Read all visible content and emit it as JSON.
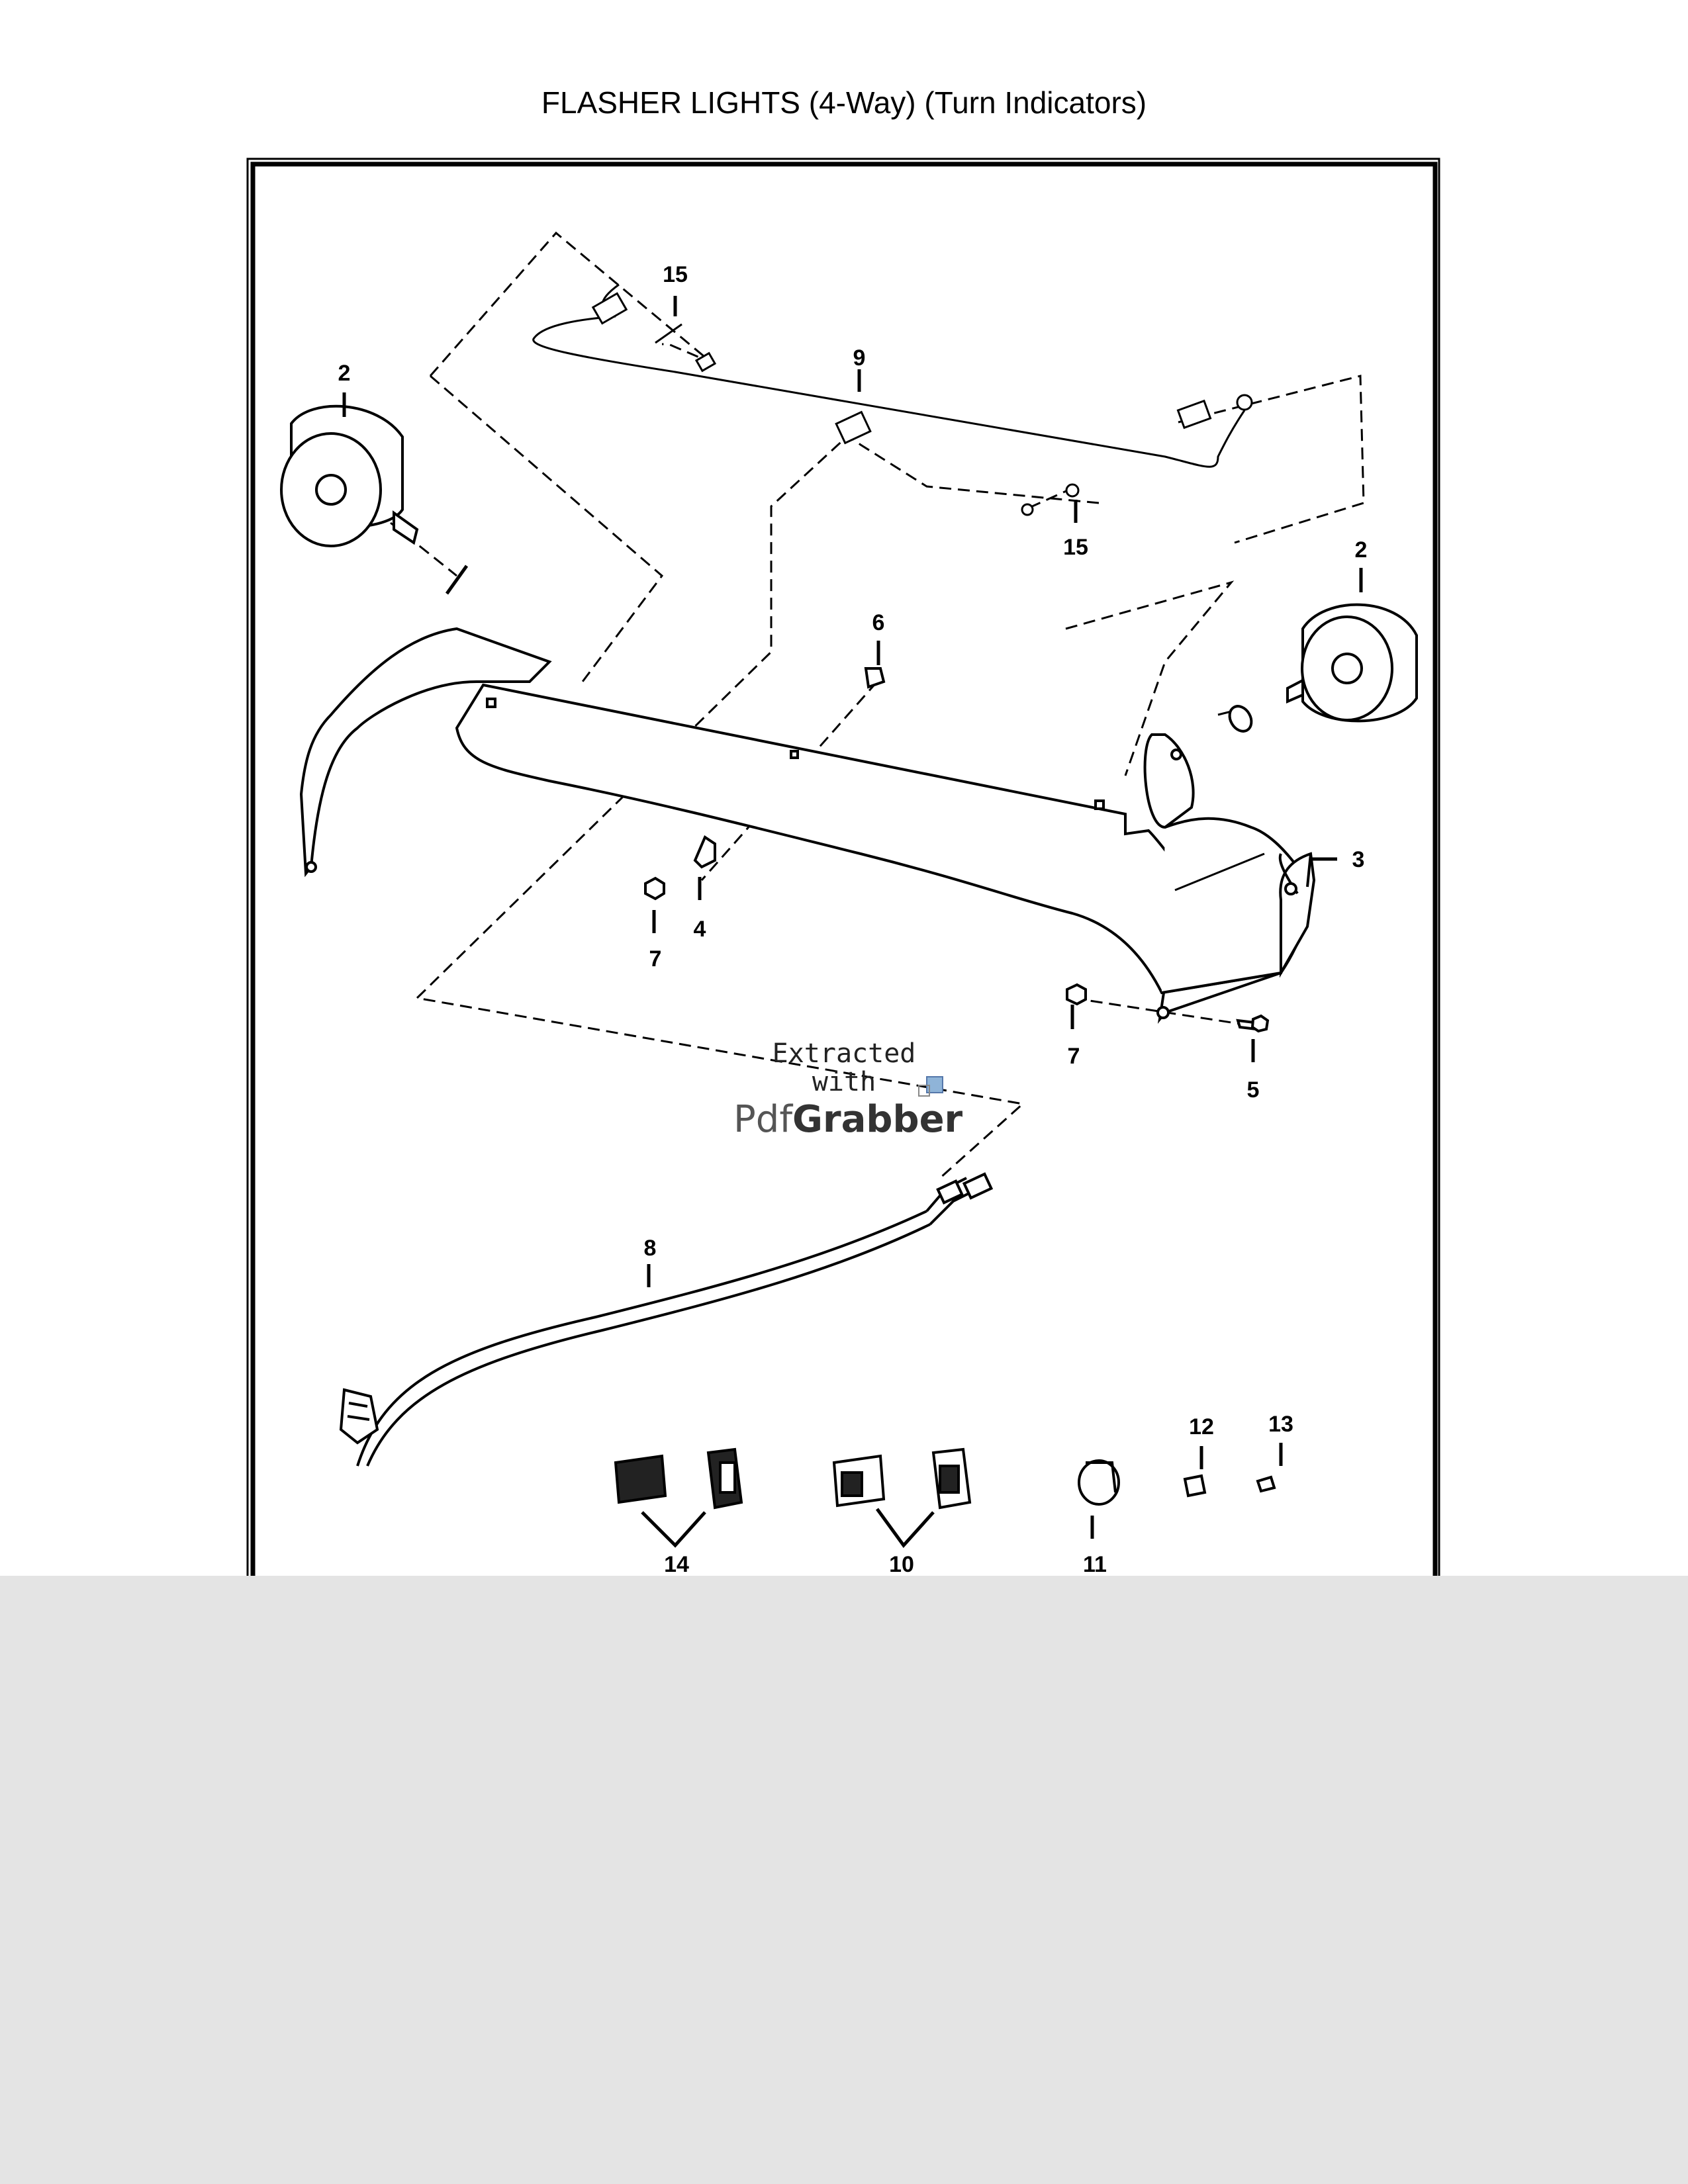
{
  "title": "FLASHER LIGHTS (4-Way) (Turn Indicators)",
  "callouts": [
    {
      "id": "c15a",
      "label": "15"
    },
    {
      "id": "c2a",
      "label": "2"
    },
    {
      "id": "c9",
      "label": "9"
    },
    {
      "id": "c15b",
      "label": "15"
    },
    {
      "id": "c2b",
      "label": "2"
    },
    {
      "id": "c6",
      "label": "6"
    },
    {
      "id": "c3",
      "label": "3"
    },
    {
      "id": "c4",
      "label": "4"
    },
    {
      "id": "c7a",
      "label": "7"
    },
    {
      "id": "c7b",
      "label": "7"
    },
    {
      "id": "c5",
      "label": "5"
    },
    {
      "id": "c8",
      "label": "8"
    },
    {
      "id": "c12",
      "label": "12"
    },
    {
      "id": "c13",
      "label": "13"
    },
    {
      "id": "c14",
      "label": "14"
    },
    {
      "id": "c10",
      "label": "10"
    },
    {
      "id": "c11",
      "label": "11"
    }
  ],
  "watermark": {
    "line1": "Extracted",
    "line2": "with",
    "brand_a": "Pdf",
    "brand_b": "Grabber"
  }
}
